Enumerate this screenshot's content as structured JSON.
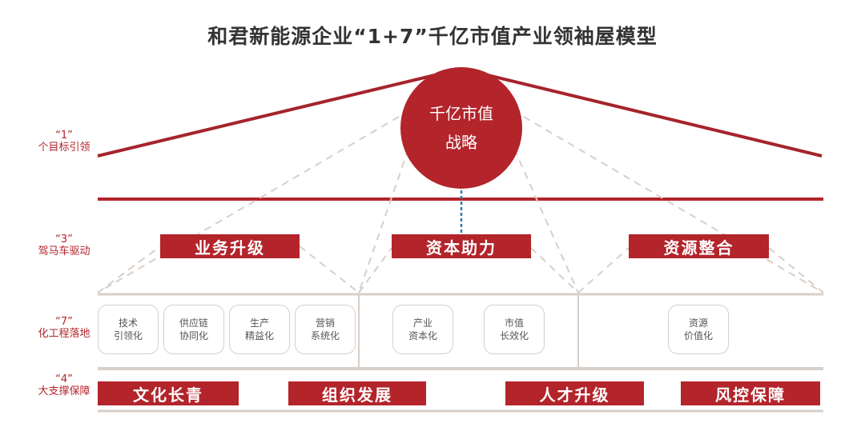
{
  "title": "和君新能源企业“1+7”千亿市值产业领袖屋模型",
  "core": {
    "line1": "千亿市值",
    "line2": "战略"
  },
  "side_labels": [
    {
      "num": "“1”",
      "text": "个目标引领"
    },
    {
      "num": "“3”",
      "text": "驾马车驱动"
    },
    {
      "num": "“7”",
      "text": "化工程落地"
    },
    {
      "num": "“4”",
      "text": "大支撑保障"
    }
  ],
  "drivers": [
    "业务升级",
    "资本助力",
    "资源整合"
  ],
  "projects": [
    {
      "l1": "技术",
      "l2": "引领化"
    },
    {
      "l1": "供应链",
      "l2": "协同化"
    },
    {
      "l1": "生产",
      "l2": "精益化"
    },
    {
      "l1": "营销",
      "l2": "系统化"
    },
    {
      "l1": "产业",
      "l2": "资本化"
    },
    {
      "l1": "市值",
      "l2": "长效化"
    },
    {
      "l1": "资源",
      "l2": "价值化"
    }
  ],
  "supports": [
    "文化长青",
    "组织发展",
    "人才升级",
    "风控保障"
  ],
  "colors": {
    "brand_red": "#b3242b",
    "beige": "#d8cfc8",
    "connector_blue": "#2a7fa6"
  }
}
